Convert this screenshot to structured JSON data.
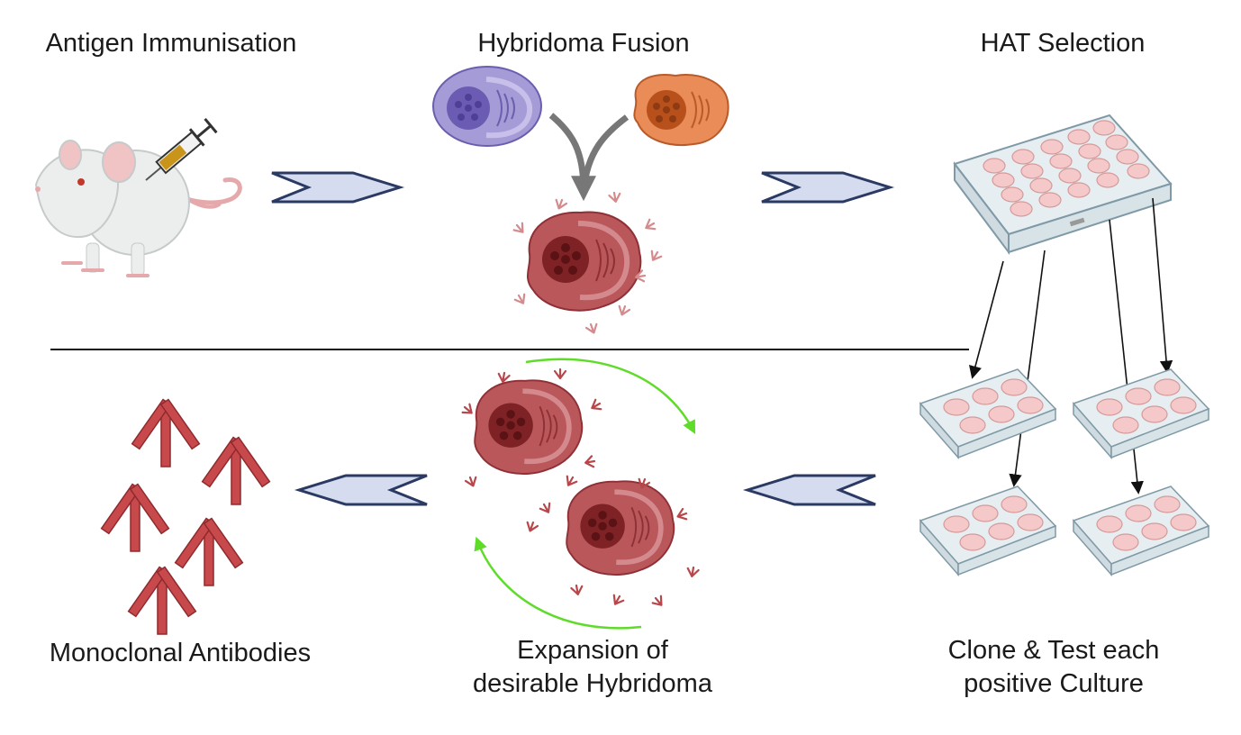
{
  "steps": {
    "antigen_immunisation": "Antigen Immunisation",
    "hybridoma_fusion": "Hybridoma Fusion",
    "hat_selection": "HAT Selection",
    "monoclonal_antibodies": "Monoclonal Antibodies",
    "expansion_line1": "Expansion of",
    "expansion_line2": "desirable Hybridoma",
    "clone_line1": "Clone & Test each",
    "clone_line2": "positive Culture"
  },
  "colors": {
    "arrow_fill": "#d6dcef",
    "arrow_stroke": "#2b3a63",
    "hybridoma": "#b9575b",
    "hybridoma_nucleus": "#7e2226",
    "b_cell": "#a59bd6",
    "myeloma": "#e98c57",
    "antibody": "#c8494c",
    "cycle_arrow": "#5fdc2a",
    "plate": "#dde9ee",
    "well": "#f5c9c9"
  }
}
